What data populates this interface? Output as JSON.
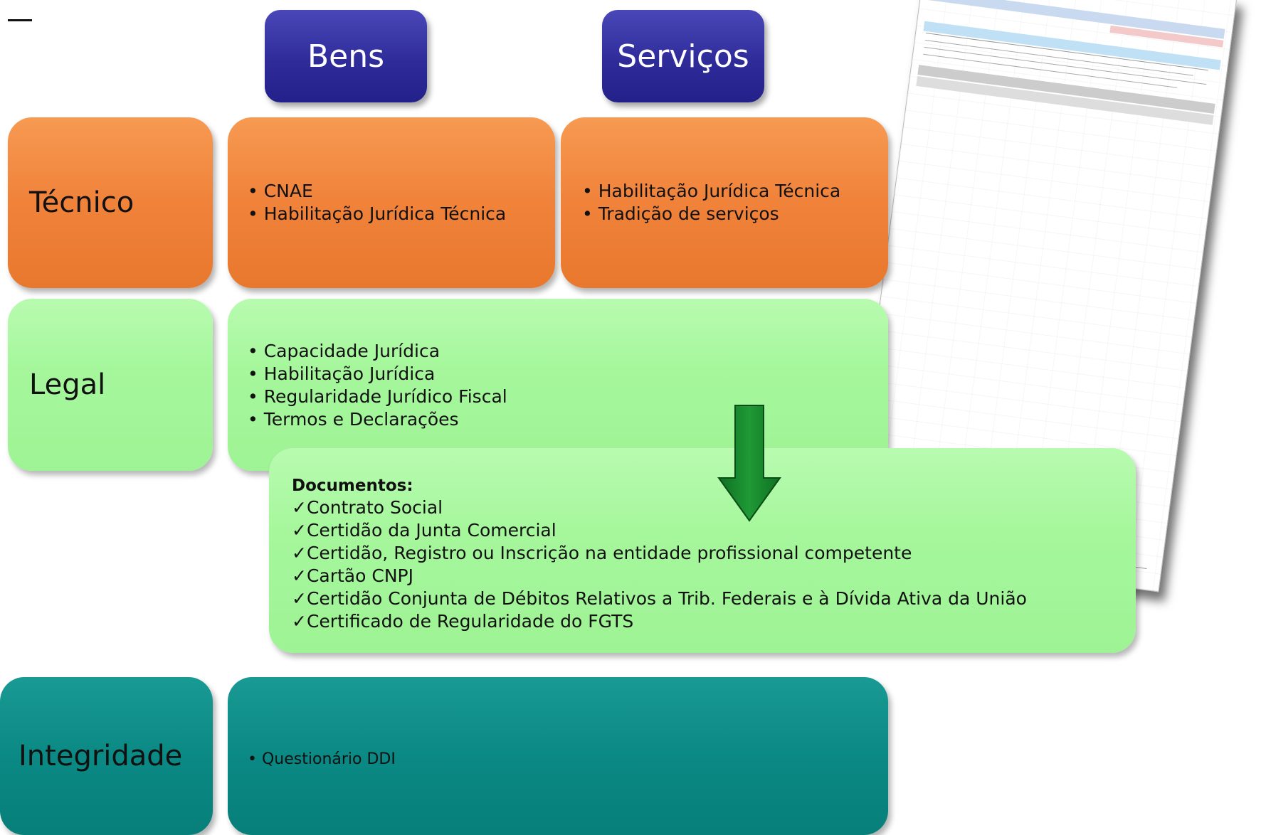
{
  "columns": {
    "bens": "Bens",
    "servicos": "Serviços"
  },
  "rows": {
    "tecnico": {
      "label": "Técnico",
      "bens_items": [
        "CNAE",
        "Habilitação Jurídica Técnica"
      ],
      "servicos_items": [
        "Habilitação Jurídica Técnica",
        "Tradição de serviços"
      ]
    },
    "legal": {
      "label": "Legal",
      "items": [
        "Capacidade Jurídica",
        "Habilitação Jurídica",
        "Regularidade Jurídico Fiscal",
        "Termos e Declarações"
      ]
    },
    "integridade": {
      "label": "Integridade",
      "items": [
        "Questionário DDI"
      ]
    }
  },
  "documents": {
    "title": "Documentos:",
    "items": [
      "Contrato Social",
      "Certidão da Junta Comercial",
      "Certidão, Registro ou Inscrição na entidade profissional competente",
      "Cartão CNPJ",
      "Certidão Conjunta de Débitos Relativos a Trib. Federais e à Dívida Ativa da União",
      "Certificado de Regularidade do FGTS"
    ]
  },
  "colors": {
    "header": "#2f2c9a",
    "orange": "#f0823a",
    "green": "#a6f79c",
    "teal": "#0b8984",
    "arrow": "#1a8a2e"
  }
}
